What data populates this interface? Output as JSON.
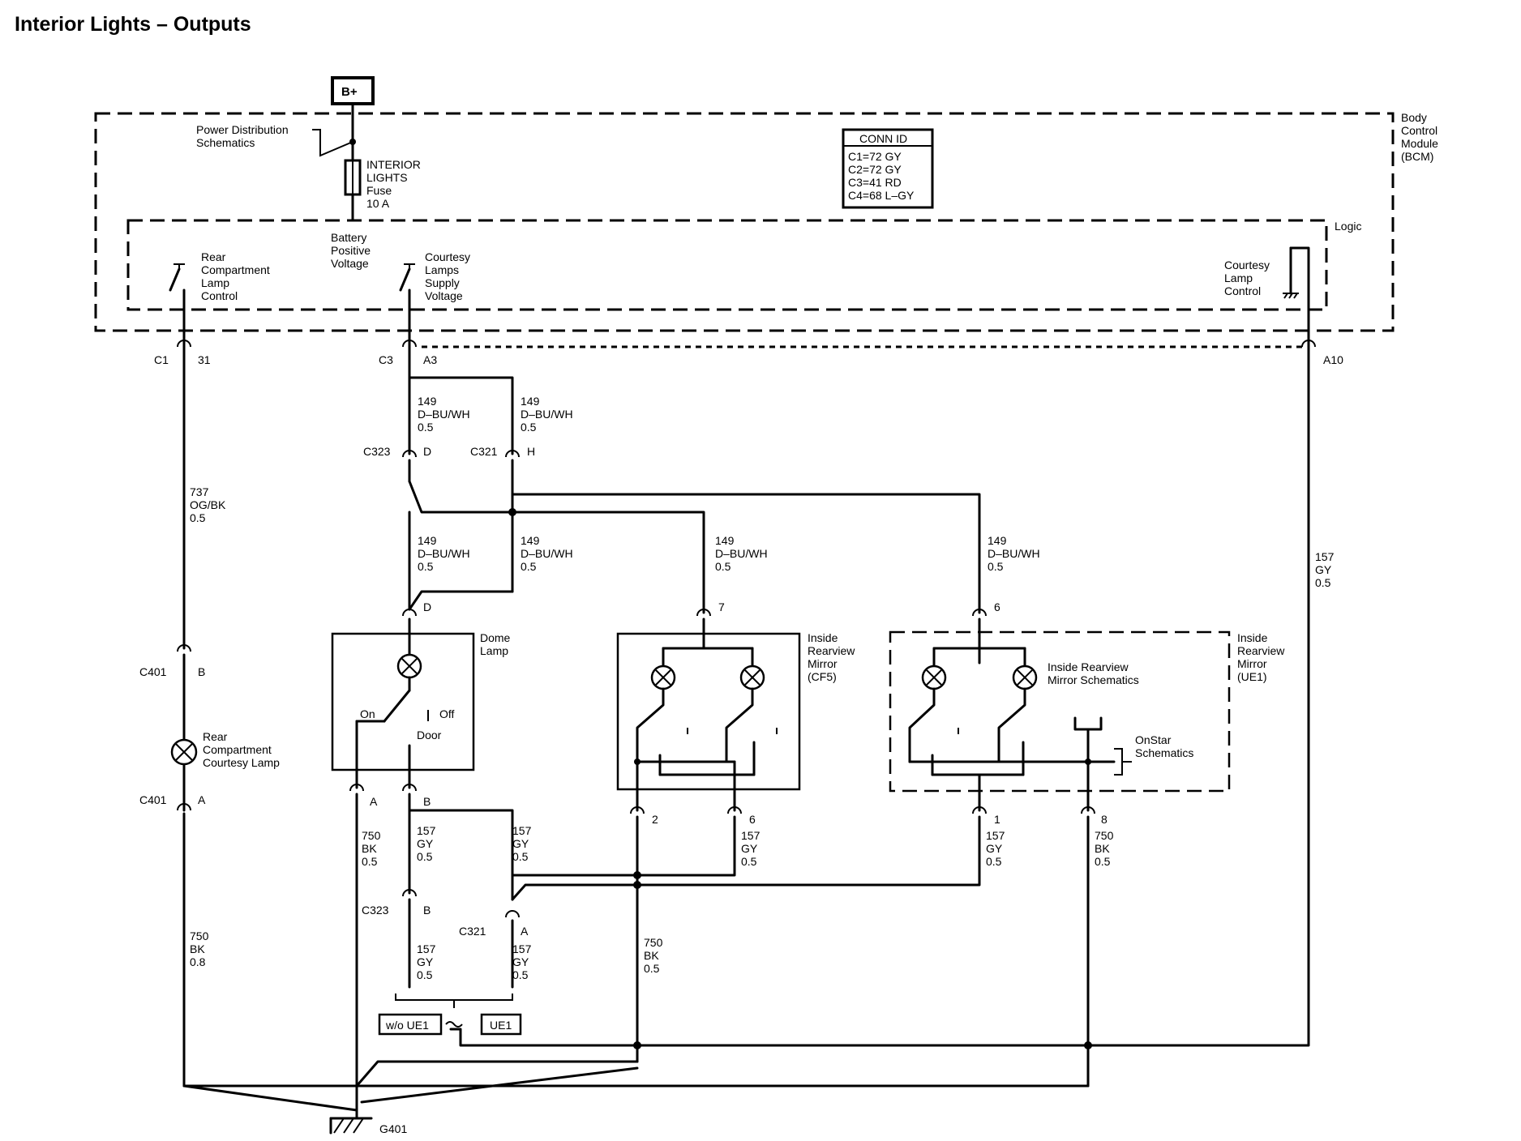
{
  "title": "Interior Lights – Outputs",
  "battery": "B+",
  "bcm_label": [
    "Body",
    "Control",
    "Module",
    "(BCM)"
  ],
  "logic_label": "Logic",
  "power_distribution": [
    "Power Distribution",
    "Schematics"
  ],
  "fuse_label": [
    "INTERIOR",
    "LIGHTS",
    "Fuse",
    "10 A"
  ],
  "battery_positive": [
    "Battery",
    "Positive",
    "Voltage"
  ],
  "conn_id": {
    "header": "CONN ID",
    "rows": [
      "C1=72 GY",
      "C2=72 GY",
      "C3=41 RD",
      "C4=68 L–GY"
    ]
  },
  "switches": {
    "rear_compartment": [
      "Rear",
      "Compartment",
      "Lamp",
      "Control"
    ],
    "courtesy_supply": [
      "Courtesy",
      "Lamps",
      "Supply",
      "Voltage"
    ],
    "courtesy_control": [
      "Courtesy",
      "Lamp",
      "Control"
    ]
  },
  "bcm_connectors": {
    "c1": "C1",
    "p31": "31",
    "c3": "C3",
    "a3": "A3",
    "a10": "A10"
  },
  "wires": {
    "w149_a": [
      "149",
      "D–BU/WH",
      "0.5"
    ],
    "w149_b": [
      "149",
      "D–BU/WH",
      "0.5"
    ],
    "w149_c": [
      "149",
      "D–BU/WH",
      "0.5"
    ],
    "w149_d": [
      "149",
      "D–BU/WH",
      "0.5"
    ],
    "w149_e": [
      "149",
      "D–BU/WH",
      "0.5"
    ],
    "w149_f": [
      "149",
      "D–BU/WH",
      "0.5"
    ],
    "w737": [
      "737",
      "OG/BK",
      "0.5"
    ],
    "w157_right": [
      "157",
      "GY",
      "0.5"
    ],
    "w750_left": [
      "750",
      "BK",
      "0.8"
    ],
    "w750_dome": [
      "750",
      "BK",
      "0.5"
    ],
    "w157_dome": [
      "157",
      "GY",
      "0.5"
    ],
    "w157_c321": [
      "157",
      "GY",
      "0.5"
    ],
    "w157_cf5": [
      "157",
      "GY",
      "0.5"
    ],
    "w157_ue1": [
      "157",
      "GY",
      "0.5"
    ],
    "w750_ue1": [
      "750",
      "BK",
      "0.5"
    ],
    "w157_low_b": [
      "157",
      "GY",
      "0.5"
    ],
    "w157_low_a": [
      "157",
      "GY",
      "0.5"
    ],
    "w750_cf5": [
      "750",
      "BK",
      "0.5"
    ]
  },
  "inline_connectors": {
    "c323_top": "C323",
    "c323_top_pin": "D",
    "c321_top": "C321",
    "c321_top_pin": "H",
    "c401_b": "C401",
    "c401_b_pin": "B",
    "c401_a": "C401",
    "c401_a_pin": "A",
    "c323_bot": "C323",
    "c323_bot_pin": "B",
    "c321_bot": "C321",
    "c321_bot_pin": "A"
  },
  "dome": {
    "label": [
      "Dome",
      "Lamp"
    ],
    "pin_top": "D",
    "on": "On",
    "off": "Off",
    "door": "Door",
    "pin_a": "A",
    "pin_b": "B"
  },
  "rear_lamp": [
    "Rear",
    "Compartment",
    "Courtesy Lamp"
  ],
  "mirror_cf5": {
    "label": [
      "Inside",
      "Rearview",
      "Mirror",
      "(CF5)"
    ],
    "pin_top": "7",
    "pin_2": "2",
    "pin_6": "6"
  },
  "mirror_ue1": {
    "label": [
      "Inside",
      "Rearview",
      "Mirror",
      "(UE1)"
    ],
    "pin_top": "6",
    "pin_1": "1",
    "pin_8": "8",
    "schematics": [
      "Inside Rearview",
      "Mirror Schematics"
    ],
    "onstar": [
      "OnStar",
      "Schematics"
    ]
  },
  "options": {
    "without": "w/o UE1",
    "with": "UE1"
  },
  "ground": "G401"
}
